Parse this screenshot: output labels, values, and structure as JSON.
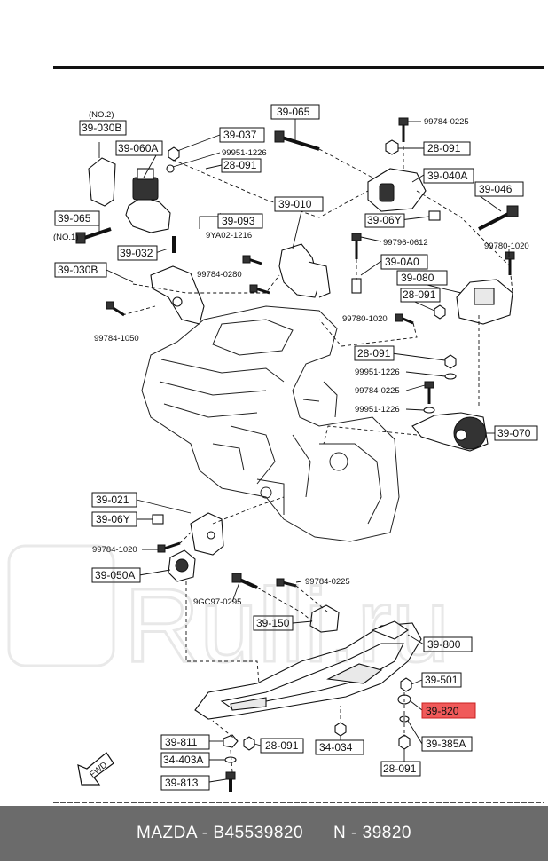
{
  "labels": {
    "no2": "(NO.2)",
    "p39030b_top": "39-030B",
    "p39060a": "39-060A",
    "p39037": "39-037",
    "p99951_1226_a": "99951-1226",
    "p28091_a": "28-091",
    "p39065_top": "39-065",
    "p99784_0225_a": "99784-0225",
    "p28091_b": "28-091",
    "p39040a": "39-040A",
    "p39046": "39-046",
    "p39065_left": "39-065",
    "no1": "(NO.1)",
    "p39093": "39-093",
    "p9ya02_1216": "9YA02-1216",
    "p39010": "39-010",
    "p39_06y_a": "39-06Y",
    "p99796_0612": "99796-0612",
    "p99780_1020_a": "99780-1020",
    "p39032": "39-032",
    "p39030b_low": "39-030B",
    "p99784_0280": "99784-0280",
    "p39_0a0": "39-0A0",
    "p39080": "39-080",
    "p28091_c": "28-091",
    "p99784_1050": "99784-1050",
    "p99780_1020_b": "99780-1020",
    "p28091_d": "28-091",
    "p99951_1226_b": "99951-1226",
    "p99784_0225_b": "99784-0225",
    "p99951_1226_c": "99951-1226",
    "p39070": "39-070",
    "p39021": "39-021",
    "p39_06y_b": "39-06Y",
    "p99784_1020": "99784-1020",
    "p39050a": "39-050A",
    "p99784_0225_c": "99784-0225",
    "p9gc97_0295": "9GC97-0295",
    "p39150": "39-150",
    "p39800": "39-800",
    "p39501": "39-501",
    "p39820": "39-820",
    "p39811": "39-811",
    "p28091_e": "28-091",
    "p34034": "34-034",
    "p39385a": "39-385A",
    "p34403a": "34-403A",
    "p28091_f": "28-091",
    "p39813": "39-813",
    "fwd": "FWD"
  },
  "watermark": "Rulli.ru",
  "footer": {
    "brand": "MAZDA - B45539820",
    "number": "N - 39820"
  },
  "colors": {
    "highlight": "#f05a5a",
    "footer_bg": "#6b6b6b"
  }
}
